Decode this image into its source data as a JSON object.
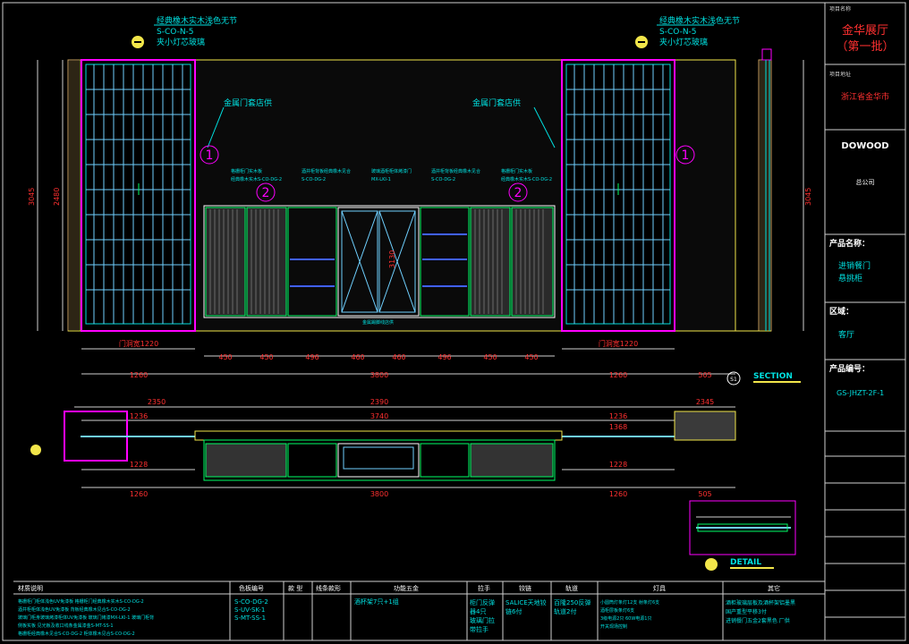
{
  "drawing": {
    "top_labels": {
      "left_finish": "经典橡木实木浅色无节",
      "left_code": "S-CO-N-5",
      "left_note": "夹小灯芯玻璃",
      "right_finish": "经典橡木实木浅色无节",
      "right_code": "S-CO-N-5",
      "right_note": "夹小灯芯玻璃"
    },
    "metal_door_left": "金属门套店供",
    "metal_door_right": "金属门套店供",
    "circle_1": "1",
    "circle_2": "2",
    "cabinet_notes": [
      "格栅柜门实木板",
      "经典橡木实木S-CO-DG-2",
      "酒井柜背板经典橡木见合",
      "S-CO-DG-2",
      "玻璃酒柜柜体烤漆门",
      "MX-LKI-1",
      "酒井柜背板经典橡木见合",
      "S-CO-DG-2",
      "格栅柜门实木板",
      "经典橡木实木S-CO-DG-2"
    ],
    "dims": {
      "door_width_left": "门洞宽1220",
      "door_width_right": "门洞宽1220",
      "bottom_row": [
        "1260",
        "3800",
        "1260",
        "505"
      ],
      "cabinet_row": [
        "450",
        "450",
        "496",
        "460",
        "460",
        "496",
        "450",
        "450"
      ],
      "plan_top": [
        "2350",
        "2390",
        "2345"
      ],
      "plan_mid": [
        "1236",
        "3740",
        "1236",
        "1368"
      ],
      "plan_low": [
        "1228",
        "1228"
      ],
      "plan_bottom": [
        "1260",
        "3800",
        "1260",
        "505"
      ],
      "heights_left": [
        "3045",
        "2480"
      ],
      "heights_right": [
        "3045"
      ],
      "center_height": "3130"
    },
    "section_label": "SECTION",
    "section_mark": "S1",
    "detail_label": "DETAIL",
    "plan_note": "金属踢脚线店供"
  },
  "title_block": {
    "project_label": "项目名称",
    "project_name_1": "金华展厅",
    "project_name_2": "（第一批）",
    "location_label": "项目地址",
    "location": "浙江省金华市",
    "logo": "DOWOOD",
    "company": "总公司",
    "product_name_label": "产品名称：",
    "product_name_1": "进销餐门",
    "product_name_2": "悬挑柜",
    "area_label": "区域：",
    "area": "客厅",
    "product_code_label": "产品编号：",
    "product_code": "GS-JHZT-2F-1"
  },
  "bottom_table": {
    "headers": [
      "材质说明",
      "色板编号",
      "款 型",
      "线条款形",
      "功能五金",
      "拉手",
      "铰链",
      "轨道",
      "灯具",
      "其它"
    ],
    "material_lines": [
      "格栅柜门柜体浅色UV免漆板  格栅柜门经典橡木实木S-CO-DG-2",
      "酒井柜柜体浅色UV免漆板  背板经典橡木见合S-CO-DG-2",
      "玻璃门柜身玻璃烤漆柜体UV免漆板  玻璃门烤漆MX-LKI-1 玻璃门柜背",
      "侧板实板  见光板及收口线条金属漆金S-MT-SS-1",
      "格栅柜经典橡木见合S-CO-DG-2  柜体橡木见合S-CO-DG-2"
    ],
    "color_codes": [
      "S-CO-DG-2",
      "S-UV-SK-1",
      "S-MT-SS-1"
    ],
    "hardware": "酒杯架7只+1组",
    "handle": [
      "柜门反弹",
      "器4只",
      "玻璃门拉",
      "带拉手"
    ],
    "hinge": [
      "SALICE天地铰",
      "链6付"
    ],
    "rail": [
      "百隆250反弹",
      "轨道2付"
    ],
    "lamp": [
      "小圆筒灯条灯12支 射条灯6支",
      "酒柜层板条灯6支",
      "3级电源2只 60W电源1只",
      "开关现场控制"
    ],
    "other": [
      "酒柜玻璃层板及酒杯架铝墨黑",
      "国产重型平移3付",
      "进销餐门五金2套黑色 厂供"
    ]
  }
}
